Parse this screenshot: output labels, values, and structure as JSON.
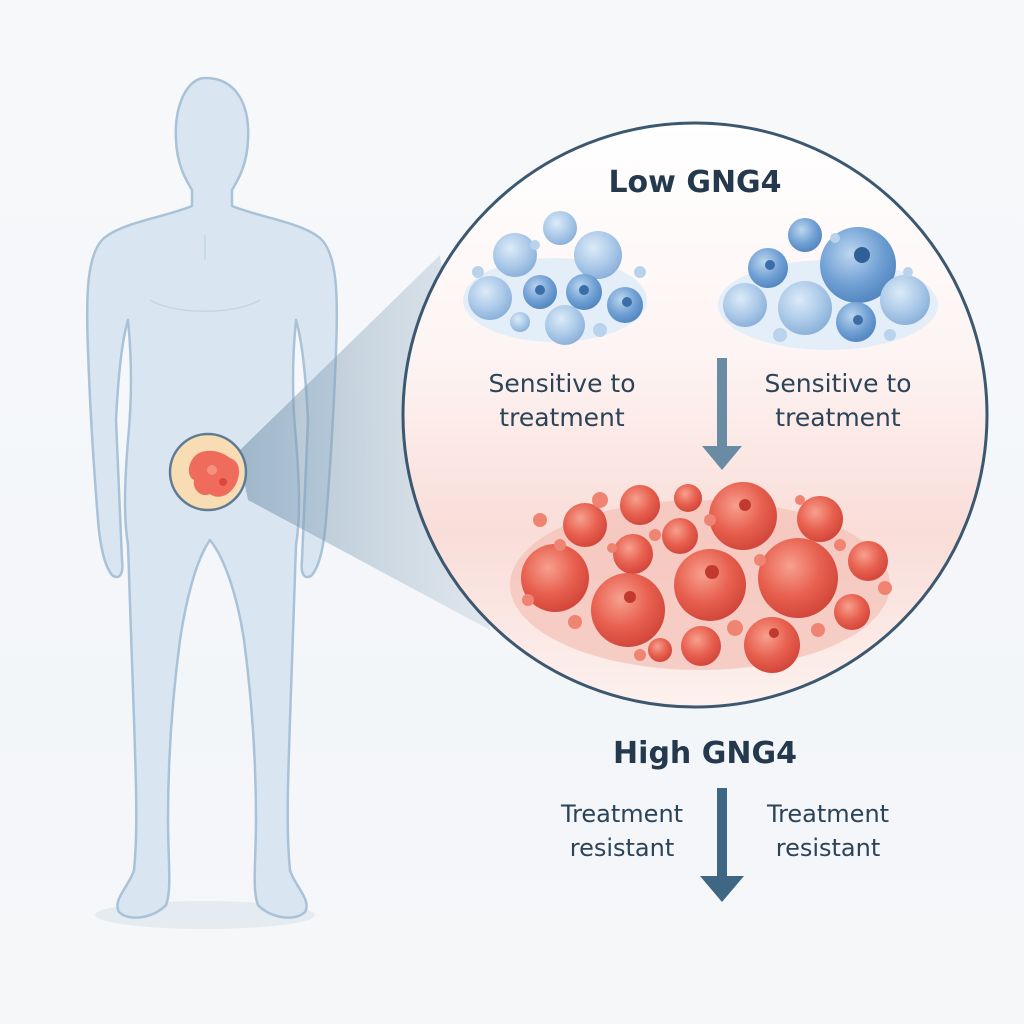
{
  "low_group": {
    "title": "Low GNG4",
    "left_label_line1": "Sensitive to",
    "left_label_line2": "treatment",
    "right_label_line1": "Sensitive to",
    "right_label_line2": "treatment"
  },
  "high_group": {
    "title": "High GNG4",
    "left_label_line1": "Treatment",
    "left_label_line2": "resistant",
    "right_label_line1": "Treatment",
    "right_label_line2": "resistant"
  },
  "colors": {
    "body_fill": "#d9e6f1",
    "body_stroke": "#a9c2d8",
    "tumor": "#ef6b5c",
    "sensitive_cell": "#6f9fd3",
    "resistant_cell": "#e85a4f",
    "arrow": "#3f6682",
    "circle_border": "#3c5870"
  }
}
